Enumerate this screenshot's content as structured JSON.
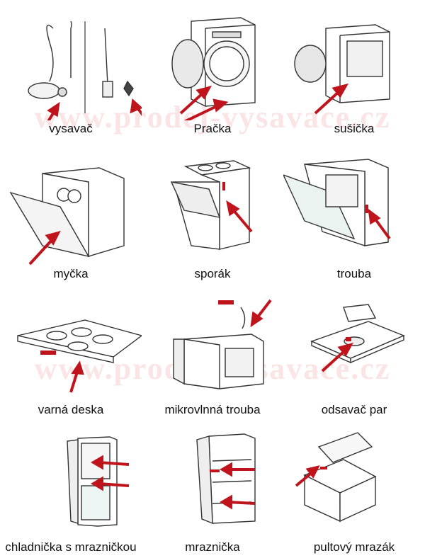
{
  "watermark": "www.prodej-vysavace.cz",
  "accent_color": "#c0141c",
  "appliances": [
    {
      "label": "vysavač",
      "icon": "vacuum-cleaner-icon"
    },
    {
      "label": "Pračka",
      "icon": "washing-machine-icon"
    },
    {
      "label": "sušička",
      "icon": "dryer-icon"
    },
    {
      "label": "myčka",
      "icon": "dishwasher-icon"
    },
    {
      "label": "sporák",
      "icon": "stove-icon"
    },
    {
      "label": "trouba",
      "icon": "oven-icon"
    },
    {
      "label": "varná deska",
      "icon": "hob-icon"
    },
    {
      "label": "mikrovlnná trouba",
      "icon": "microwave-icon"
    },
    {
      "label": "odsavač par",
      "icon": "range-hood-icon"
    },
    {
      "label": "chladnička s mrazničkou",
      "icon": "fridge-freezer-icon"
    },
    {
      "label": "mraznička",
      "icon": "freezer-icon"
    },
    {
      "label": "pultový mrazák",
      "icon": "chest-freezer-icon"
    }
  ]
}
